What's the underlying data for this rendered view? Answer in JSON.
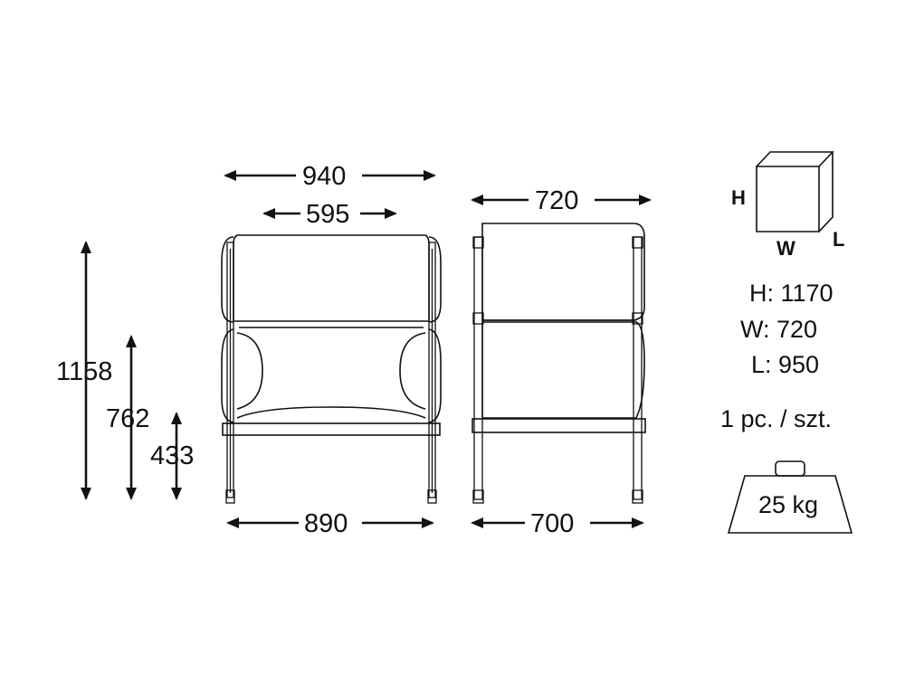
{
  "dimensions": {
    "front_width_overall": "940",
    "front_width_inner": "595",
    "front_width_base": "890",
    "side_depth_top": "720",
    "side_depth_base": "700",
    "height_overall": "1158",
    "height_armrest": "762",
    "height_seat": "433"
  },
  "box_labels": {
    "h": "H",
    "w": "W",
    "l": "L"
  },
  "package": {
    "height": "H: 1170",
    "width": "W: 720",
    "length": "L: 950",
    "quantity": "1 pc. / szt.",
    "weight": "25 kg"
  },
  "colors": {
    "line": "#111111",
    "background": "#ffffff"
  }
}
